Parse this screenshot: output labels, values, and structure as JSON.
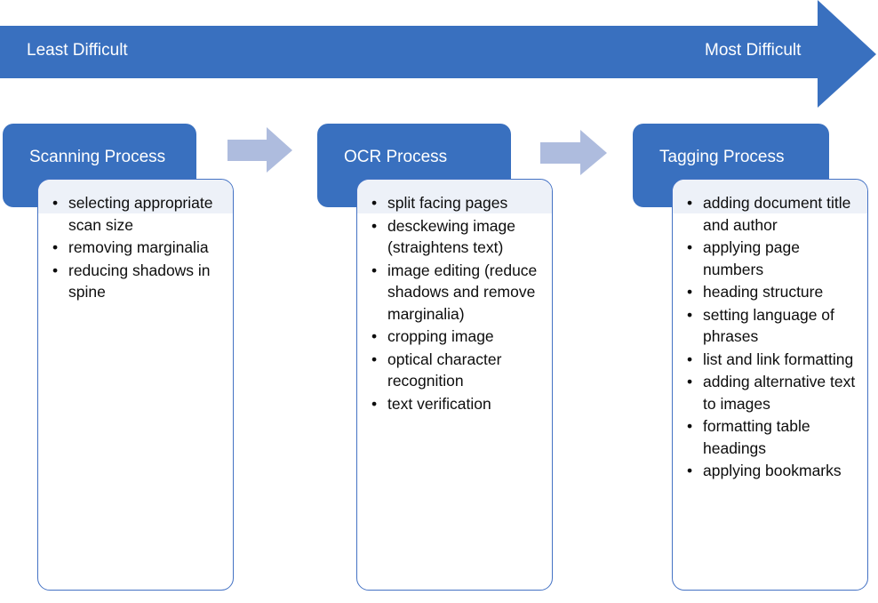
{
  "banner": {
    "name": "difficulty-scale-arrow",
    "left_label": "Least Difficult",
    "right_label": "Most Difficult",
    "color": "#3970BF"
  },
  "colors": {
    "process_blue": "#3970BF",
    "body_border": "#4472C4",
    "connector_arrow": "#AEBCDE",
    "body_tint": "#EDF1F8",
    "text_dark": "#0D0D0D",
    "text_on_blue": "#FFFFFF"
  },
  "connectors": [
    {
      "name": "connector-scanning-to-ocr"
    },
    {
      "name": "connector-ocr-to-tagging"
    }
  ],
  "processes": [
    {
      "id": "scanning",
      "title": "Scanning Process",
      "items": [
        "selecting appropriate scan size",
        "removing marginalia",
        "reducing shadows in spine"
      ]
    },
    {
      "id": "ocr",
      "title": "OCR Process",
      "items": [
        "split facing pages",
        "desckewing image (straightens text)",
        "image editing (reduce shadows and remove marginalia)",
        "cropping image",
        "optical character recognition",
        "text verification"
      ]
    },
    {
      "id": "tagging",
      "title": "Tagging Process",
      "items": [
        "adding document title and author",
        "applying page numbers",
        "heading structure",
        "setting language of phrases",
        "list and link formatting",
        "adding alternative text to images",
        "formatting table headings",
        "applying bookmarks"
      ]
    }
  ]
}
